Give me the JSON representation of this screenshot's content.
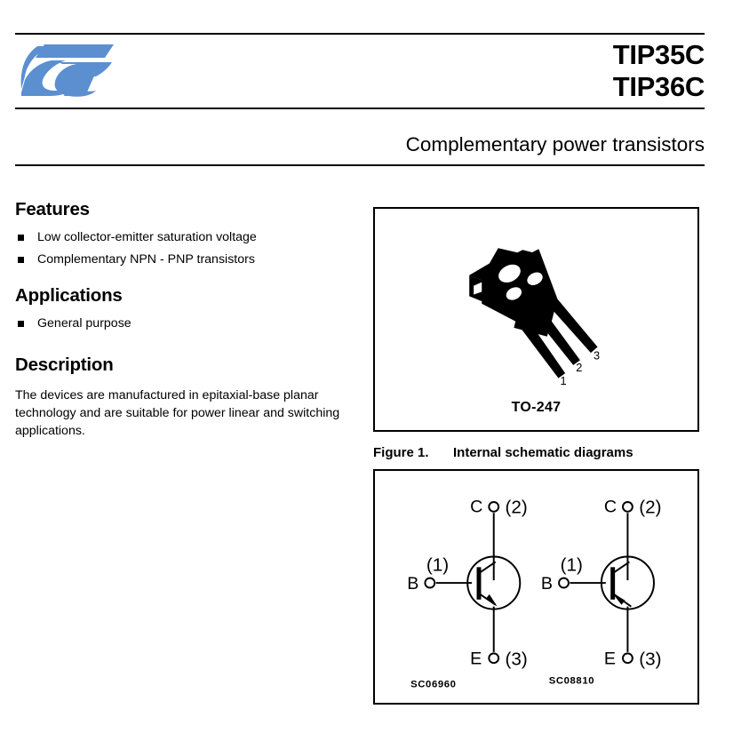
{
  "header": {
    "logo_name": "st-logo",
    "logo_color": "#5b8fd0",
    "part_numbers": [
      "TIP35C",
      "TIP36C"
    ],
    "document_title": "Complementary power transistors"
  },
  "features": {
    "heading": "Features",
    "items": [
      "Low collector-emitter saturation voltage",
      "Complementary NPN - PNP transistors"
    ]
  },
  "applications": {
    "heading": "Applications",
    "items": [
      "General purpose"
    ]
  },
  "description": {
    "heading": "Description",
    "body": "The devices are manufactured in epitaxial-base planar technology and are suitable for power linear and switching applications."
  },
  "package": {
    "label": "TO-247",
    "pin_numbers": [
      "1",
      "2",
      "3"
    ],
    "body_color": "#000000"
  },
  "figure": {
    "number": "Figure 1.",
    "title": "Internal schematic diagrams",
    "schematics": [
      {
        "ref": "SC06960",
        "type": "NPN",
        "terminals": [
          {
            "letter": "C",
            "pin": "(2)"
          },
          {
            "letter": "B",
            "pin": "(1)"
          },
          {
            "letter": "E",
            "pin": "(3)"
          }
        ]
      },
      {
        "ref": "SC08810",
        "type": "PNP",
        "terminals": [
          {
            "letter": "C",
            "pin": "(2)"
          },
          {
            "letter": "B",
            "pin": "(1)"
          },
          {
            "letter": "E",
            "pin": "(3)"
          }
        ]
      }
    ]
  }
}
